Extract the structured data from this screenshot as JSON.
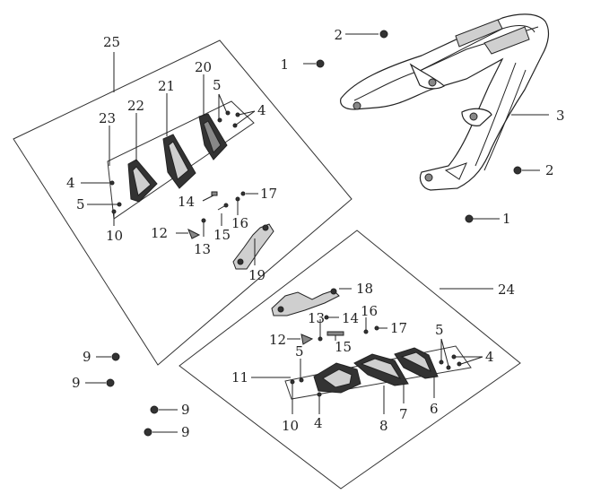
{
  "callouts": {
    "n1a": "1",
    "n1b": "1",
    "n2a": "2",
    "n2b": "2",
    "n3": "3",
    "n25": "25",
    "n20": "20",
    "n21": "21",
    "n22": "22",
    "n23": "23",
    "n5_ul1": "5",
    "n4_ul1": "4",
    "n4_ul2": "4",
    "n5_ul2": "5",
    "n10_ul": "10",
    "n17_ul": "17",
    "n14_ul": "14",
    "n16_ul": "16",
    "n15_ul": "15",
    "n12_ul": "12",
    "n13_ul": "13",
    "n19": "19",
    "n9a": "9",
    "n9b": "9",
    "n9c": "9",
    "n9d": "9",
    "n18": "18",
    "n24": "24",
    "n13_lr": "13",
    "n14_lr": "14",
    "n16_lr": "16",
    "n17_lr": "17",
    "n12_lr": "12",
    "n15_lr": "15",
    "n5_lr1": "5",
    "n5_lr2": "5",
    "n4_lr1": "4",
    "n4_lr2": "4",
    "n11": "11",
    "n10_lr": "10",
    "n8": "8",
    "n7": "7",
    "n6": "6"
  }
}
